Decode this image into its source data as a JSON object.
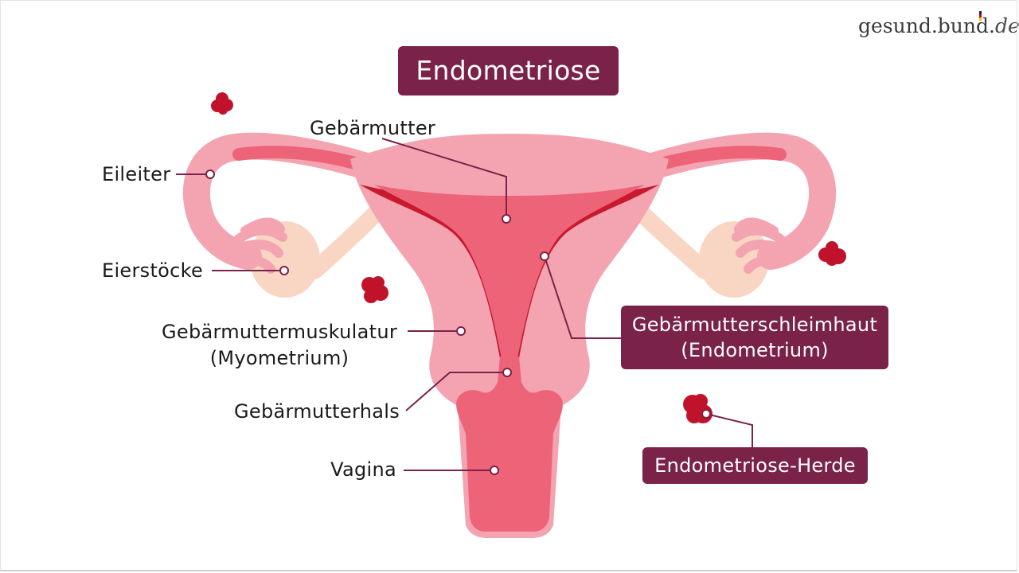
{
  "title": "Endometriose",
  "logo": {
    "name": "gesund.bund",
    "tld": "de"
  },
  "labels": {
    "gebaermutter": "Gebärmutter",
    "eileiter": "Eileiter",
    "eierstoecke": "Eierstöcke",
    "myometrium_line1": "Gebärmuttermuskulatur",
    "myometrium_line2": "(Myometrium)",
    "gebaermutterhals": "Gebärmutterhals",
    "vagina": "Vagina",
    "endometrium_line1": "Gebärmutterschleimhaut",
    "endometrium_line2": "(Endometrium)",
    "herde": "Endometriose-Herde"
  },
  "colors": {
    "label_box": "#7a2248",
    "outer_tissue": "#f4a4b0",
    "inner_tissue": "#ed6479",
    "lining": "#c8192e",
    "ovary": "#f9d6c3",
    "lesion": "#c0132b",
    "leader_line": "#7a2248"
  }
}
